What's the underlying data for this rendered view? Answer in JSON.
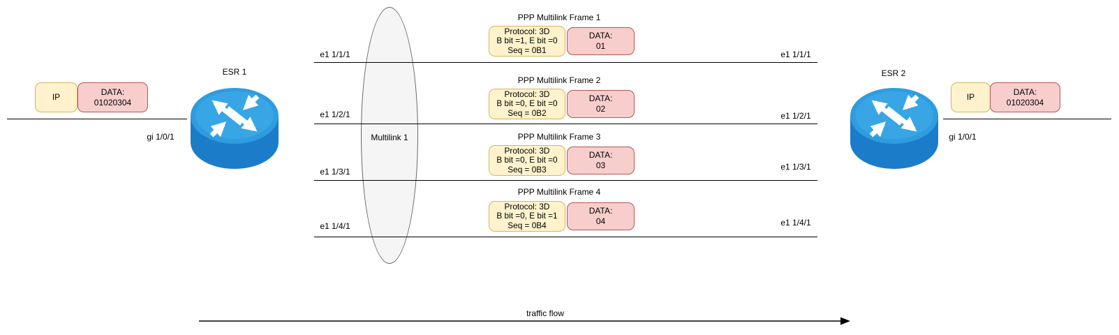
{
  "left_host": {
    "interface_label": "gi 1/0/1",
    "router_label": "ESR 1",
    "packet": {
      "header": "IP",
      "data_line1": "DATA:",
      "data_line2": "01020304"
    }
  },
  "right_host": {
    "interface_label": "gi 1/0/1",
    "router_label": "ESR 2",
    "packet": {
      "header": "IP",
      "data_line1": "DATA:",
      "data_line2": "01020304"
    }
  },
  "multilink": {
    "label": "Multilink 1",
    "links": [
      {
        "left_label": "e1 1/1/1",
        "right_label": "e1 1/1/1"
      },
      {
        "left_label": "e1 1/2/1",
        "right_label": "e1 1/2/1"
      },
      {
        "left_label": "e1 1/3/1",
        "right_label": "e1 1/3/1"
      },
      {
        "left_label": "e1 1/4/1",
        "right_label": "e1 1/4/1"
      }
    ]
  },
  "frames": [
    {
      "title": "PPP Multilink Frame 1",
      "header_line1": "Protocol: 3D",
      "header_line2": "B bit =1, E bit =0",
      "header_line3": "Seq = 0B1",
      "data_line1": "DATA:",
      "data_line2": "01"
    },
    {
      "title": "PPP Multilink Frame 2",
      "header_line1": "Protocol: 3D",
      "header_line2": "B bit =0, E bit =0",
      "header_line3": "Seq = 0B2",
      "data_line1": "DATA:",
      "data_line2": "02"
    },
    {
      "title": "PPP Multilink Frame 3",
      "header_line1": "Protocol: 3D",
      "header_line2": "B bit =0, E bit =0",
      "header_line3": "Seq = 0B3",
      "data_line1": "DATA:",
      "data_line2": "03"
    },
    {
      "title": "PPP Multilink Frame 4",
      "header_line1": "Protocol: 3D",
      "header_line2": "B bit =0, E bit =1",
      "header_line3": "Seq = 0B4",
      "data_line1": "DATA:",
      "data_line2": "04"
    }
  ],
  "traffic_flow": {
    "label": "traffic flow"
  },
  "colors": {
    "box_yellow_fill": "#FFF2CC",
    "box_yellow_border": "#D6B656",
    "box_pink_fill": "#F8CECC",
    "box_pink_border": "#B85450",
    "ellipse_fill": "#F5F5F5",
    "ellipse_border": "#666666",
    "router_body": "#1B7CC9",
    "router_top": "#2E9CDF",
    "router_top_inner": "#38A5E5",
    "line": "#000000"
  }
}
